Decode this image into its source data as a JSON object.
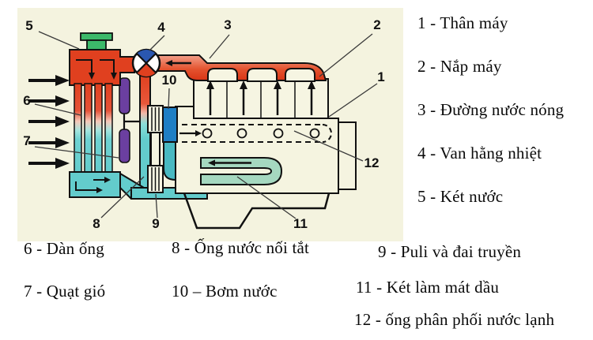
{
  "diagram": {
    "background": "#F4F3DF",
    "colors": {
      "hot": "#E0401F",
      "warm_pipe": "#F0A896",
      "cold": "#63CCCC",
      "teal_pipe": "#49B9C2",
      "pump_blue": "#1F7FC4",
      "fan_purple": "#6B3FA0",
      "cap_green": "#3CB96A",
      "oil_cooler_green": "#A5D8C0",
      "valve_blue": "#2A57B0",
      "outline": "#111111"
    },
    "callouts": {
      "1": "1",
      "2": "2",
      "3": "3",
      "4": "4",
      "5": "5",
      "6": "6",
      "7": "7",
      "8": "8",
      "9": "9",
      "10": "10",
      "11": "11",
      "12": "12"
    }
  },
  "legend": {
    "right": [
      "1 - Thân máy",
      "2 - Nắp máy",
      "3 - Đường nước nóng",
      "4 - Van hằng nhiệt",
      "5 - Két nước"
    ],
    "bottom": [
      "6 - Dàn ống",
      "7 - Quạt gió",
      "8 - Ống nước nối tắt",
      "10 – Bơm nước",
      "9 - Puli và đai truyền",
      "11 - Két làm mát dầu",
      "12 - ống phân phối nước lạnh"
    ]
  }
}
